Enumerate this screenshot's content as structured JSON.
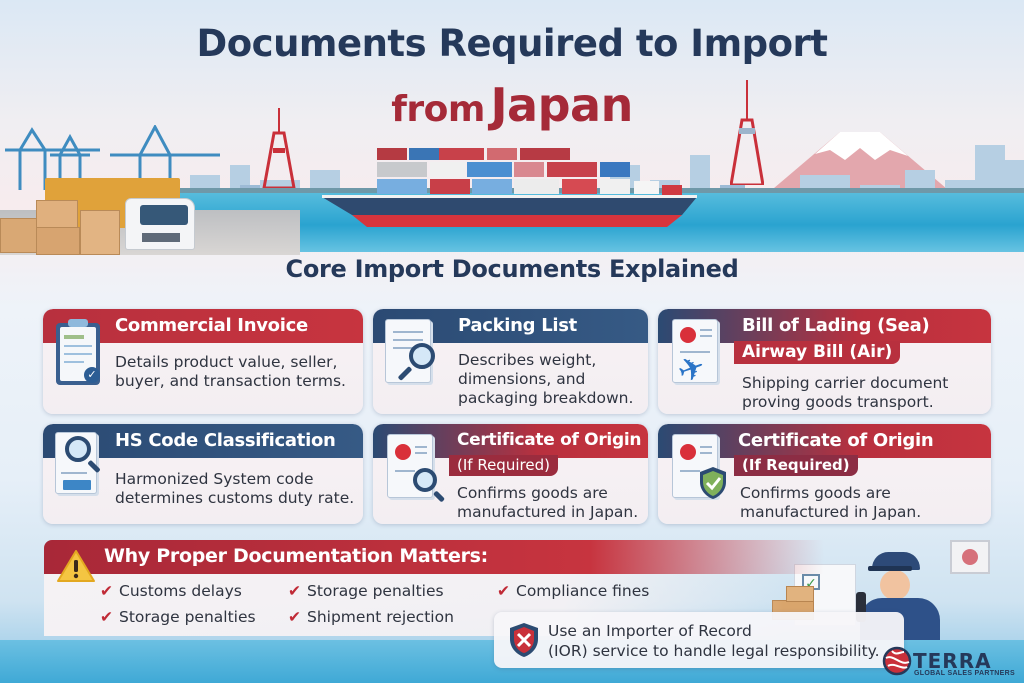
{
  "title": {
    "line1": "Documents Required to Import",
    "line2_from": "from",
    "line2_country": "Japan"
  },
  "section_title": "Core Import Documents Explained",
  "cards": [
    {
      "title": "Commercial Invoice",
      "subtitle": "",
      "description": [
        "Details product value, seller,",
        "buyer, and transaction terms."
      ],
      "icon": "clipboard-check-icon",
      "header_color": "#c0303d"
    },
    {
      "title": "Packing List",
      "subtitle": "",
      "description": [
        "Describes weight,",
        "dimensions, and",
        "packaging breakdown."
      ],
      "icon": "document-magnifier-icon",
      "header_color": "#2f4f7a"
    },
    {
      "title": "Bill of Lading (Sea)",
      "subtitle": "Airway Bill (Air)",
      "description": [
        "Shipping carrier document",
        "proving goods transport."
      ],
      "icon": "document-airplane-icon",
      "header_color": "#c0303d"
    },
    {
      "title": "HS Code Classification",
      "subtitle": "",
      "description": [
        "Harmonized System code",
        "determines customs duty rate."
      ],
      "icon": "document-barcode-magnifier-icon",
      "header_color": "#2f4f7a"
    },
    {
      "title": "Certificate of Origin",
      "subtitle": "(If Required)",
      "description": [
        "Confirms goods are",
        "manufactured in Japan."
      ],
      "icon": "document-flag-magnifier-icon",
      "header_color": "#c0303d"
    },
    {
      "title": "Certificate of Origin",
      "subtitle": "(If Required)",
      "description": [
        "Confirms goods are",
        "manufactured in Japan."
      ],
      "icon": "document-flag-shield-icon",
      "header_color": "#c0303d"
    }
  ],
  "why": {
    "title": "Why Proper Documentation Matters:",
    "items": [
      "Customs delays",
      "Storage penalties",
      "Compliance fines",
      "Storage penalties",
      "Shipment rejection"
    ],
    "check_mark": "✔"
  },
  "ior": {
    "line1": "Use an Importer of Record",
    "line2": "(IOR) service to handle legal responsibility."
  },
  "logo": {
    "name": "TERRA",
    "tagline": "GLOBAL SALES PARTNERS"
  },
  "colors": {
    "navy": "#25395a",
    "red": "#a52a38",
    "header_red": "#c0303d",
    "header_blue": "#2f4f7a",
    "sea": "#2aa3d0"
  }
}
